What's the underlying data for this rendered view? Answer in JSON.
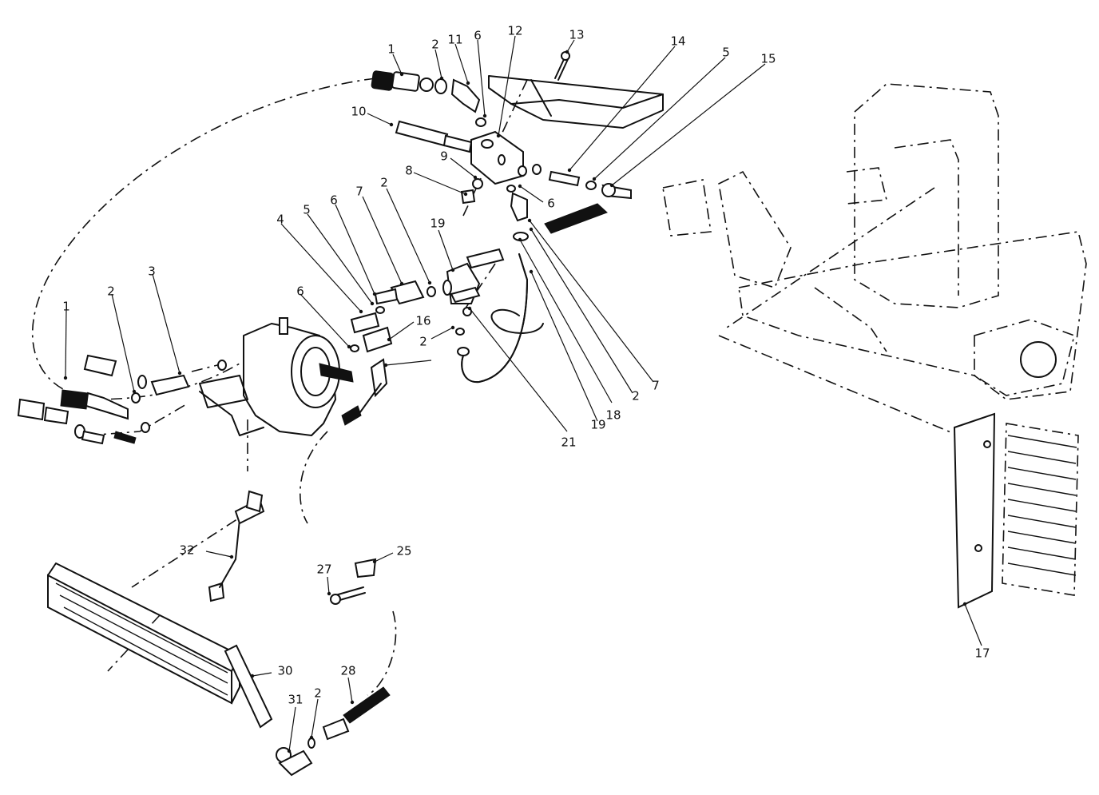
{
  "callouts": [
    {
      "label": "1"
    },
    {
      "label": "2"
    },
    {
      "label": "11"
    },
    {
      "label": "6"
    },
    {
      "label": "12"
    },
    {
      "label": "13"
    },
    {
      "label": "14"
    },
    {
      "label": "5"
    },
    {
      "label": "15"
    },
    {
      "label": "10"
    },
    {
      "label": "9"
    },
    {
      "label": "8"
    },
    {
      "label": "6"
    },
    {
      "label": "2"
    },
    {
      "label": "7"
    },
    {
      "label": "6"
    },
    {
      "label": "5"
    },
    {
      "label": "4"
    },
    {
      "label": "19"
    },
    {
      "label": "3"
    },
    {
      "label": "2"
    },
    {
      "label": "1"
    },
    {
      "label": "6"
    },
    {
      "label": "16"
    },
    {
      "label": "2"
    },
    {
      "label": "2"
    },
    {
      "label": "7"
    },
    {
      "label": "18"
    },
    {
      "label": "19"
    },
    {
      "label": "21"
    },
    {
      "label": "32"
    },
    {
      "label": "27"
    },
    {
      "label": "25"
    },
    {
      "label": "30"
    },
    {
      "label": "31"
    },
    {
      "label": "2"
    },
    {
      "label": "28"
    },
    {
      "label": "17"
    }
  ]
}
